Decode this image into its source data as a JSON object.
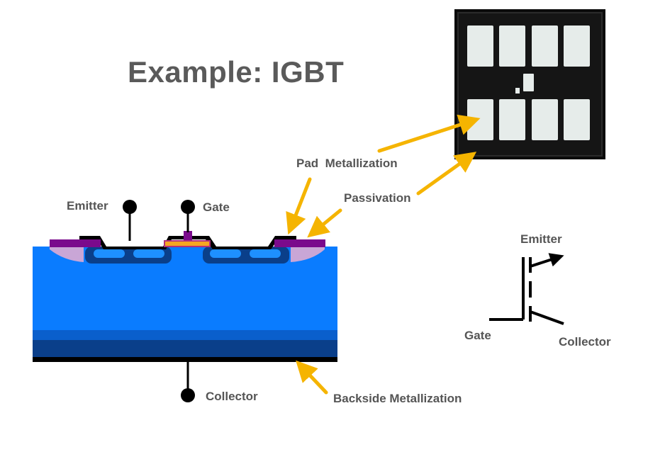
{
  "title": "Example: IGBT",
  "labels": {
    "emitter": "Emitter",
    "gate": "Gate",
    "collector": "Collector",
    "pad_metallization": "Pad  Metallization",
    "passivation": "Passivation",
    "backside_metallization": "Backside Metallization"
  },
  "symbol": {
    "emitter": "Emitter",
    "gate": "Gate",
    "collector": "Collector"
  },
  "colors": {
    "substrate": "#0a7cff",
    "buffer": "#0a60c8",
    "collector_layer": "#0a3f8a",
    "metal": "#000000",
    "pad": "#7a0a8c",
    "passivation_fill": "#c9a6d6",
    "gate_oxide": "#f5a623",
    "arrow": "#f5b400",
    "text": "#555555"
  }
}
